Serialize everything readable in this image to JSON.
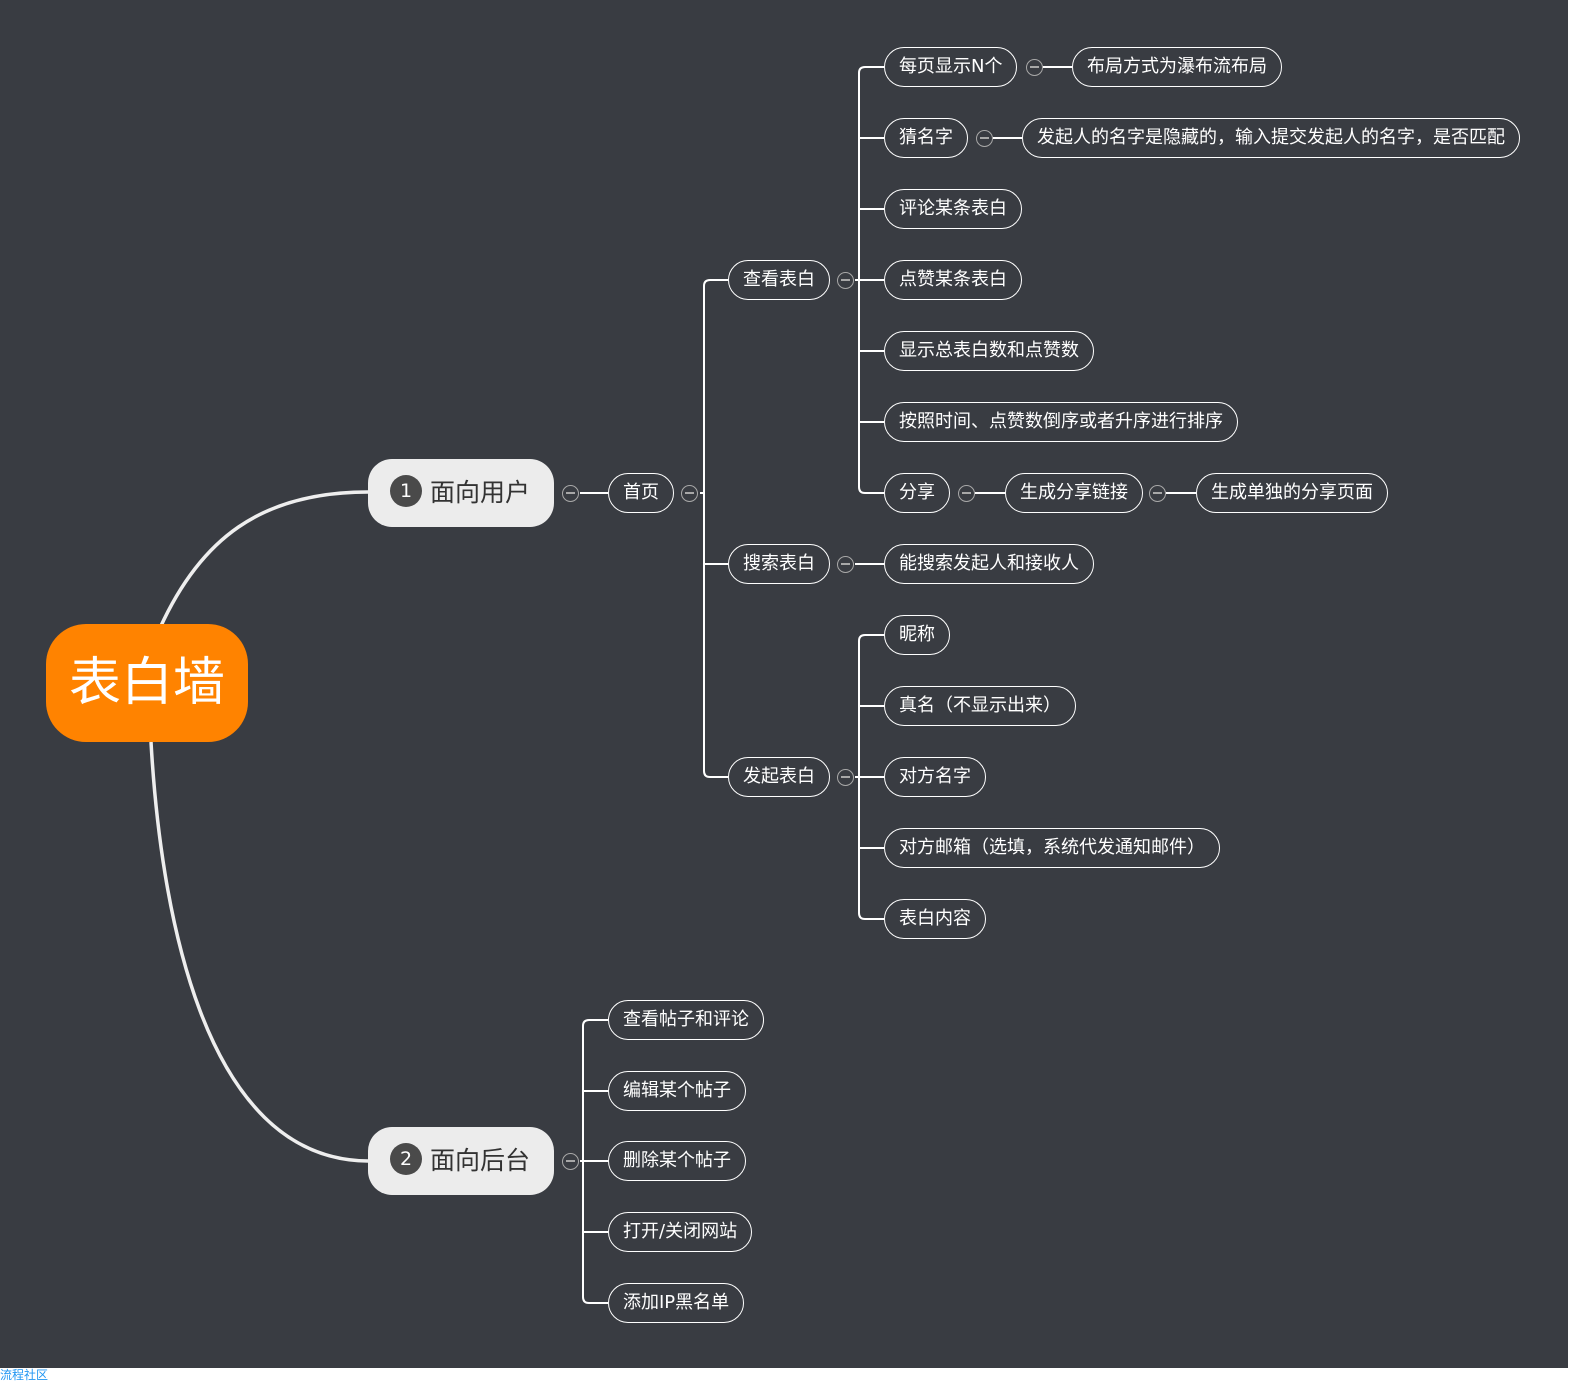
{
  "root": {
    "label": "表白墙"
  },
  "branches": [
    {
      "index": "1",
      "label": "面向用户"
    },
    {
      "index": "2",
      "label": "面向后台"
    }
  ],
  "user": {
    "home": "首页",
    "view": {
      "label": "查看表白",
      "items": {
        "per_page": "每页显示N个",
        "layout": "布局方式为瀑布流布局",
        "guess": "猜名字",
        "guess_detail": "发起人的名字是隐藏的，输入提交发起人的名字，是否匹配",
        "comment": "评论某条表白",
        "like": "点赞某条表白",
        "totals": "显示总表白数和点赞数",
        "sort": "按照时间、点赞数倒序或者升序进行排序",
        "share": "分享",
        "share_link": "生成分享链接",
        "share_page": "生成单独的分享页面"
      }
    },
    "search": {
      "label": "搜索表白",
      "detail": "能搜索发起人和接收人"
    },
    "create": {
      "label": "发起表白",
      "items": [
        "昵称",
        "真名（不显示出来）",
        "对方名字",
        "对方邮箱（选填，系统代发通知邮件）",
        "表白内容"
      ]
    }
  },
  "admin": {
    "items": [
      "查看帖子和评论",
      "编辑某个帖子",
      "删除某个帖子",
      "打开/关闭网站",
      "添加IP黑名单"
    ]
  },
  "watermark": "流程社区"
}
